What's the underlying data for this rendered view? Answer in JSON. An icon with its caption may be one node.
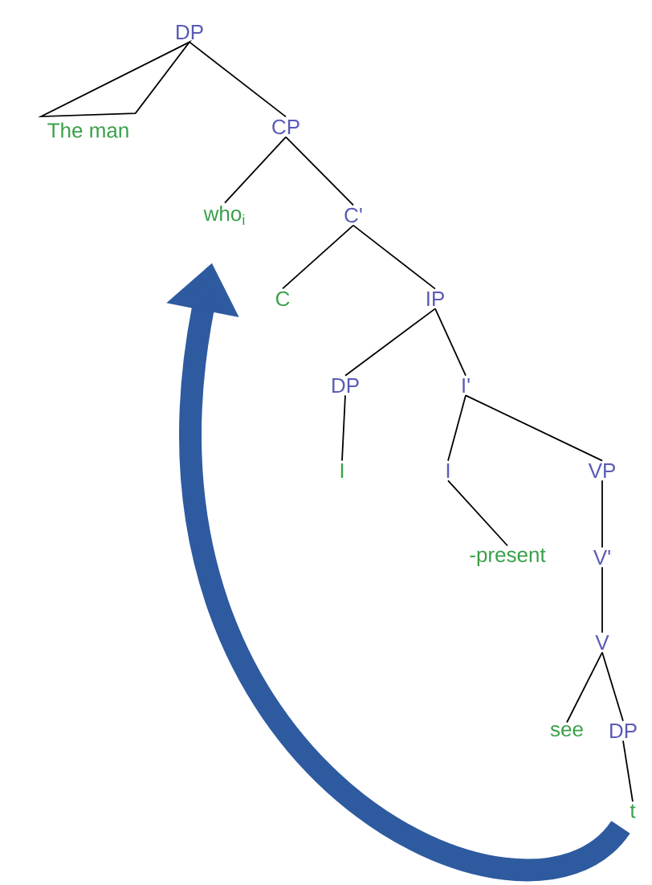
{
  "diagram": {
    "nodes": [
      {
        "text": [
          "DP"
        ]
      },
      {
        "text": [
          "The man"
        ]
      },
      {
        "text": [
          "CP"
        ]
      },
      {
        "text": [
          "who$_{i}$"
        ]
      },
      {
        "text": [
          "C'"
        ]
      },
      {
        "text": [
          "C"
        ]
      },
      {
        "text": [
          "IP"
        ]
      },
      {
        "text": [
          "DP"
        ]
      },
      {
        "text": [
          "I"
        ]
      },
      {
        "text": [
          "I'"
        ]
      },
      {
        "text": [
          "I"
        ]
      },
      {
        "text": [
          "VP"
        ]
      },
      {
        "text": [
          "-present"
        ]
      },
      {
        "text": [
          "V'"
        ]
      },
      {
        "text": [
          "V"
        ]
      },
      {
        "text": [
          "see"
        ]
      },
      {
        "text": [
          "DP"
        ]
      },
      {
        "text": [
          "t"
        ]
      }
    ],
    "edges": [
      {
        "from": 0,
        "to": 1,
        "arrow": "none"
      },
      {
        "from": 0,
        "to": 2,
        "arrow": "none"
      },
      {
        "from": 2,
        "to": 3,
        "arrow": "none"
      },
      {
        "from": 2,
        "to": 4,
        "arrow": "none"
      },
      {
        "from": 4,
        "to": 5,
        "arrow": "none"
      },
      {
        "from": 4,
        "to": 6,
        "arrow": "none"
      },
      {
        "from": 6,
        "to": 7,
        "arrow": "none"
      },
      {
        "from": 6,
        "to": 9,
        "arrow": "none"
      },
      {
        "from": 7,
        "to": 8,
        "arrow": "none"
      },
      {
        "from": 9,
        "to": 10,
        "arrow": "none"
      },
      {
        "from": 9,
        "to": 11,
        "arrow": "none"
      },
      {
        "from": 10,
        "to": 12,
        "arrow": "none"
      },
      {
        "from": 11,
        "to": 13,
        "arrow": "none"
      },
      {
        "from": 13,
        "to": 14,
        "arrow": "none"
      },
      {
        "from": 14,
        "to": 15,
        "arrow": "none"
      },
      {
        "from": 14,
        "to": 16,
        "arrow": "none"
      },
      {
        "from": 16,
        "to": 17,
        "arrow": "none"
      },
      {
        "from": 17,
        "to": 3,
        "arrow": "to",
        "style": "thick",
        "color": "#2e5aa0"
      }
    ]
  }
}
